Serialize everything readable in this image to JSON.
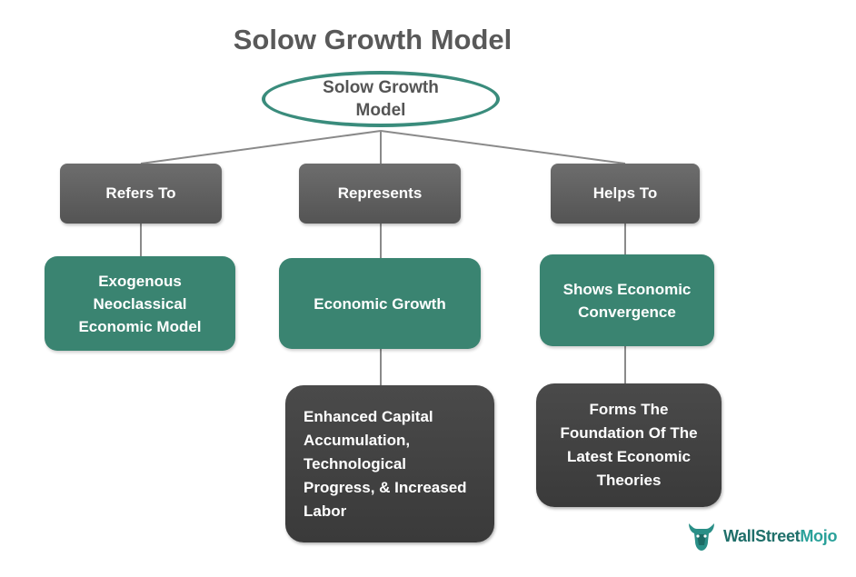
{
  "title": "Solow Growth Model",
  "root": "Solow Growth Model",
  "categories": [
    {
      "label": "Refers To",
      "detail": "Exogenous Neoclassical Economic Model"
    },
    {
      "label": "Represents",
      "detail": "Economic Growth",
      "sub": "Enhanced Capital Accumulation, Technological Progress, & Increased Labor"
    },
    {
      "label": "Helps To",
      "detail": "Shows Economic Convergence",
      "sub": "Forms The Foundation Of The Latest Economic Theories"
    }
  ],
  "logo": {
    "part1": "WallStreet",
    "part2": "Mojo"
  },
  "colors": {
    "teal": "#3a8471",
    "grey": "#606060",
    "dark": "#424242",
    "outline": "#3a8c7c"
  }
}
